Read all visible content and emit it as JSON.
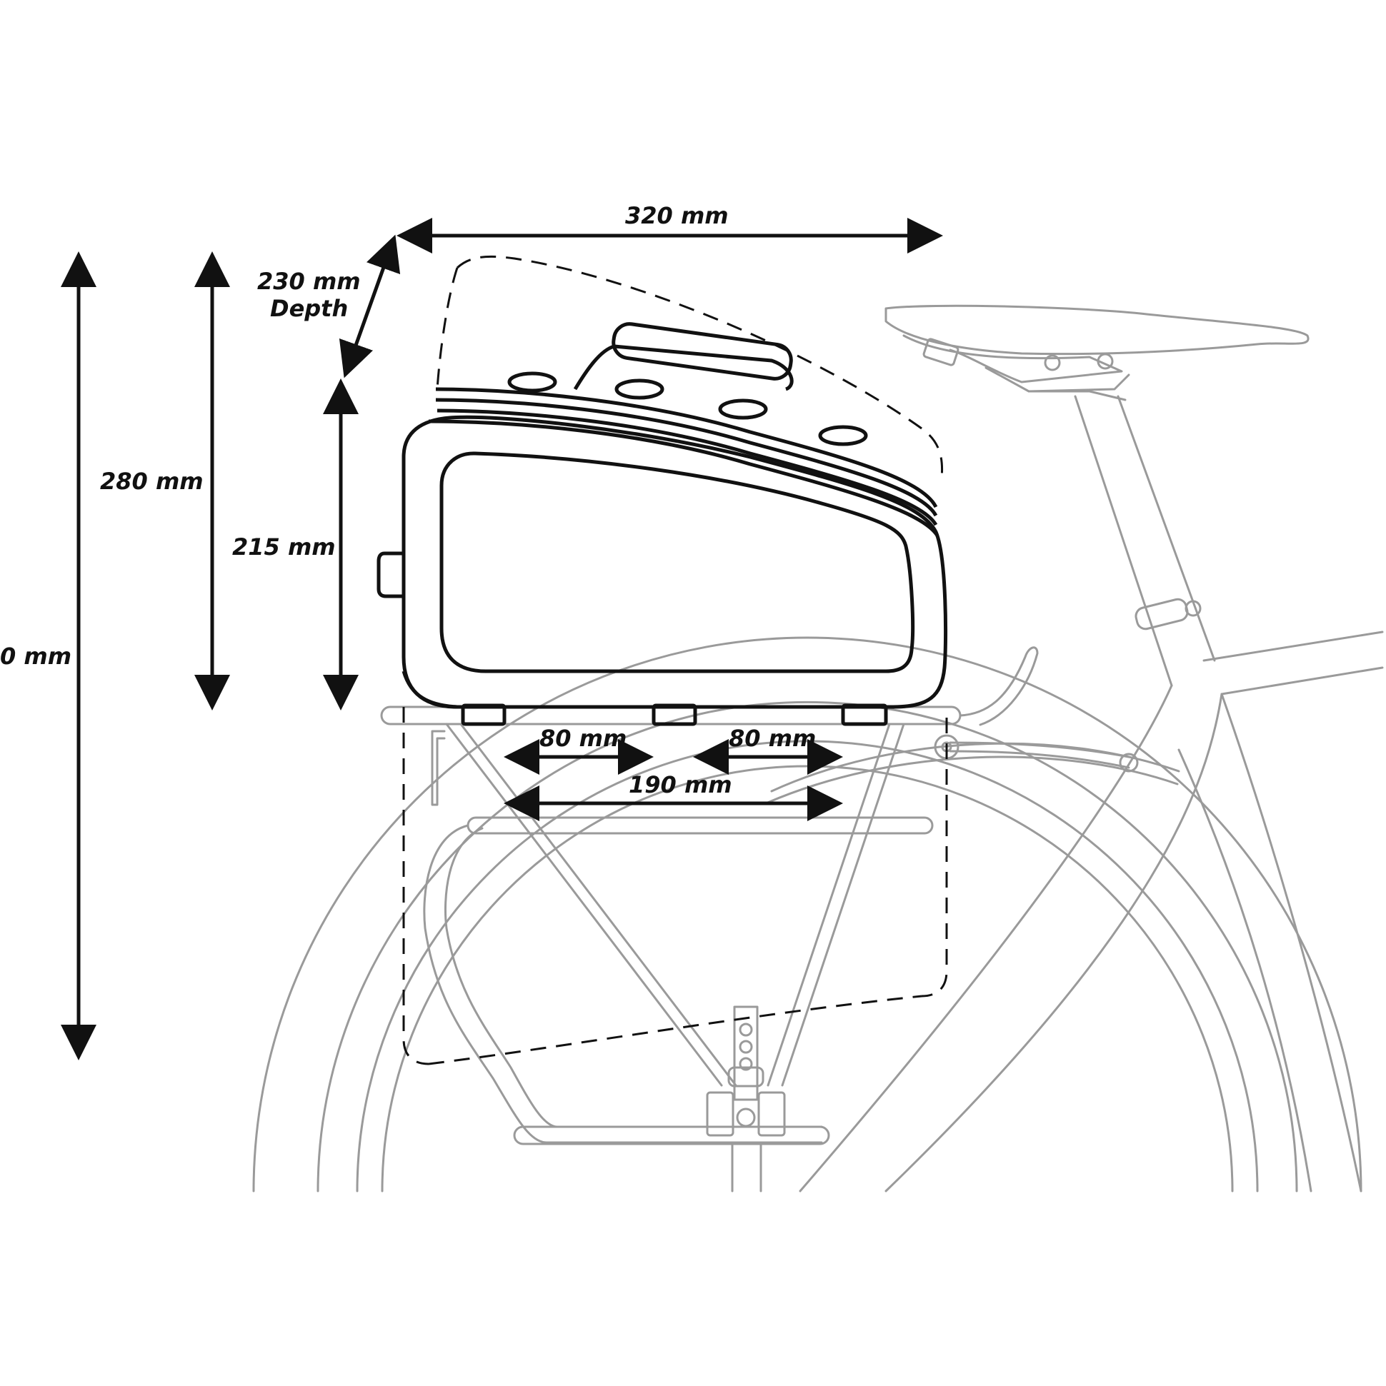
{
  "dimensions": {
    "total_height": "0 mm",
    "height_max": "280 mm",
    "height_bag": "215 mm",
    "depth_value": "230 mm",
    "depth_word": "Depth",
    "length": "320 mm",
    "mount_left": "80 mm",
    "mount_right": "80 mm",
    "mount_span": "190 mm"
  },
  "colors": {
    "outline": "#111111",
    "bike_line": "#9a9a9a",
    "background": "#ffffff"
  }
}
